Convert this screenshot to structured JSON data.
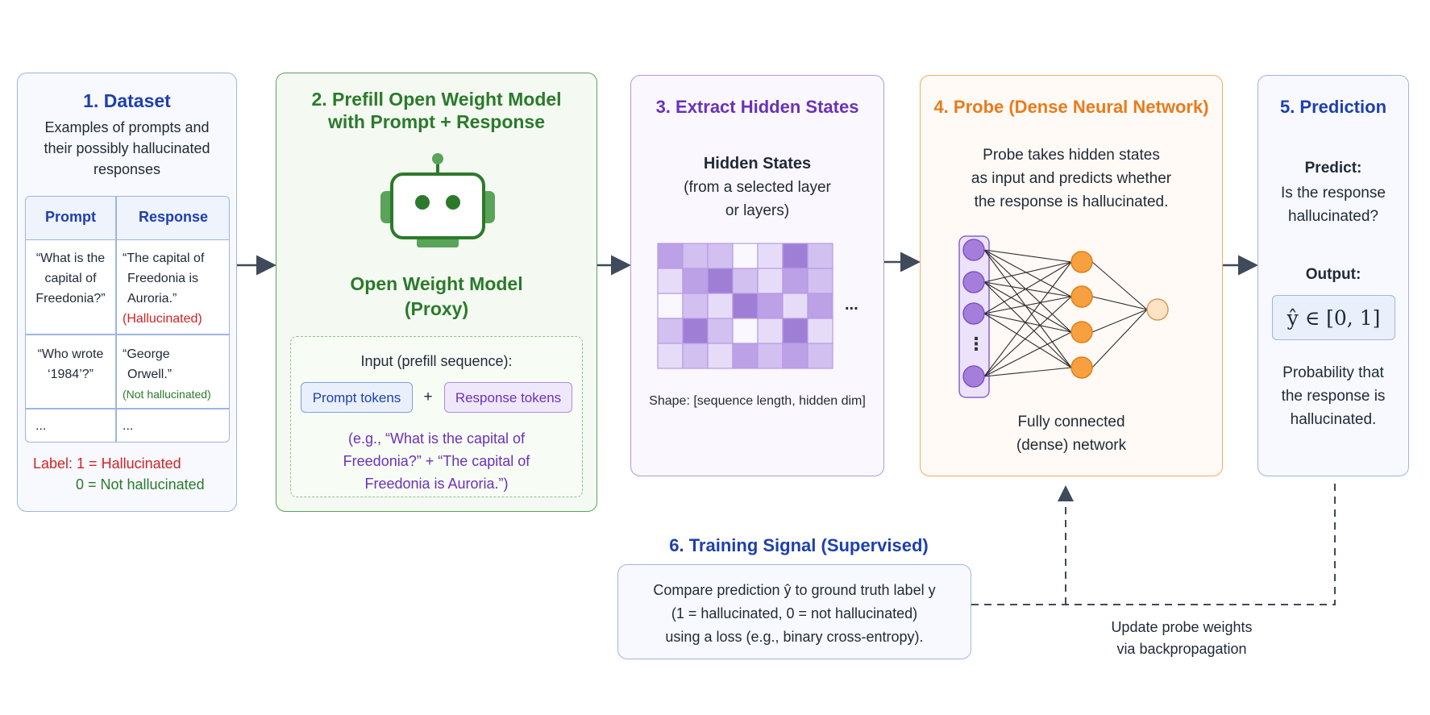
{
  "colors": {
    "blue": "#1e3fae",
    "green": "#2b7a2b",
    "purple": "#6a32b8",
    "orange": "#ea7a1c",
    "red": "#d32222"
  },
  "dataset": {
    "title": "1. Dataset",
    "description": [
      "Examples of prompts and",
      "their possibly hallucinated",
      "responses"
    ],
    "table": {
      "headers": [
        "Prompt",
        "Response"
      ],
      "rows": [
        {
          "prompt": [
            "“What is the",
            "capital of",
            "Freedonia?”"
          ],
          "response": [
            "“The capital of",
            "Freedonia is",
            "Auroria.”"
          ],
          "tag": "(Hallucinated)"
        },
        {
          "prompt": [
            "“Who wrote",
            "‘1984’?”"
          ],
          "response": [
            "“George",
            "Orwell.”"
          ],
          "tag": "(Not hallucinated)"
        },
        {
          "prompt": [
            "..."
          ],
          "response": [
            "..."
          ],
          "tag": ""
        }
      ]
    },
    "label_line1": "Label: 1 = Hallucinated",
    "label_line2": "0 = Not hallucinated"
  },
  "prefill": {
    "title": [
      "2. Prefill Open Weight Model",
      "with Prompt + Response"
    ],
    "model_name": [
      "Open Weight Model",
      "(Proxy)"
    ],
    "input_label": "Input (prefill sequence):",
    "prompt_tokens": "Prompt tokens",
    "plus": "+",
    "response_tokens": "Response tokens",
    "example": [
      "(e.g., “What is the capital of",
      "Freedonia?” + “The capital of",
      "Freedonia is Auroria.”)"
    ]
  },
  "hidden": {
    "title": "3. Extract Hidden States",
    "heading": "Hidden States",
    "sub": [
      "(from a selected layer",
      "or layers)"
    ],
    "ellipsis": "...",
    "shape": "Shape: [sequence length, hidden dim]",
    "grid": [
      [
        3,
        2,
        2,
        0,
        1,
        4,
        2
      ],
      [
        1,
        3,
        4,
        2,
        1,
        3,
        2
      ],
      [
        0,
        2,
        1,
        4,
        3,
        1,
        3
      ],
      [
        2,
        4,
        2,
        0,
        1,
        4,
        1
      ],
      [
        1,
        2,
        1,
        3,
        2,
        3,
        2
      ]
    ]
  },
  "probe": {
    "title": "4. Probe (Dense Neural Network)",
    "desc": [
      "Probe takes hidden states",
      "as input and predicts whether",
      "the response is hallucinated."
    ],
    "vdots": "⋮",
    "caption": [
      "Fully connected",
      "(dense) network"
    ]
  },
  "prediction": {
    "title": "5. Prediction",
    "predict_label": "Predict:",
    "question": [
      "Is the response",
      "hallucinated?"
    ],
    "output_label": "Output:",
    "formula": "ŷ ∈ [0, 1]",
    "prob_text": [
      "Probability that",
      "the response is",
      "hallucinated."
    ]
  },
  "training": {
    "title": "6. Training Signal (Supervised)",
    "lines": [
      "Compare prediction ŷ to ground truth label y",
      "(1 = hallucinated, 0 = not hallucinated)",
      "using a loss (e.g., binary cross-entropy)."
    ],
    "update": [
      "Update probe weights",
      "via backpropagation"
    ]
  }
}
